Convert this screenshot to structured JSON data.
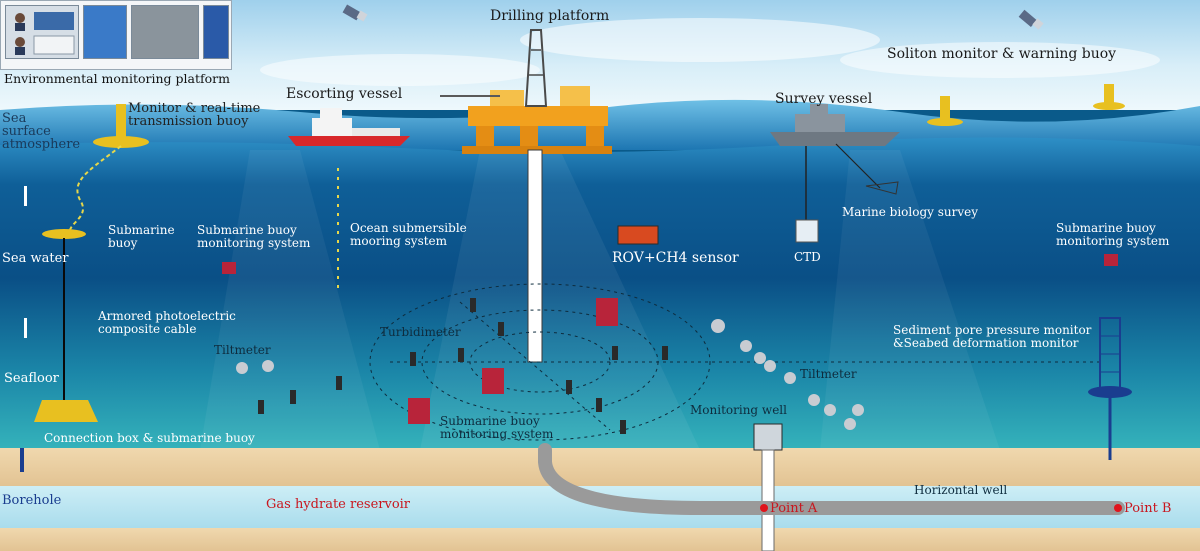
{
  "labels": {
    "env_platform": "Environmental monitoring platform",
    "drilling_platform": "Drilling platform",
    "soliton_buoy": "Soliton monitor & warning buoy",
    "escorting_vessel": "Escorting vessel",
    "survey_vessel": "Survey vessel",
    "monitor_buoy": "Monitor & real-time transmission buoy",
    "sea_surface": "Sea surface atmosphere",
    "submarine_buoy_left": "Submarine buoy",
    "submarine_buoy_system_left": "Submarine buoy monitoring system",
    "ocean_mooring": "Ocean submersible mooring system",
    "marine_biology": "Marine biology survey",
    "submarine_buoy_system_right": "Submarine buoy monitoring system",
    "sea_water": "Sea water",
    "rov": "ROV+CH4 sensor",
    "ctd": "CTD",
    "armored_cable": "Armored photoelectric composite cable",
    "turbidimeter": "Turbidimeter",
    "sediment_monitor": "Sediment pore pressure monitor &Seabed deformation monitor",
    "tiltmeter_left": "Tiltmeter",
    "tiltmeter_right": "Tiltmeter",
    "seafloor": "Seafloor",
    "monitoring_well": "Monitoring well",
    "submarine_buoy_system_center": "Submarine buoy monitoring system",
    "connection_box": "Connection box & submarine buoy",
    "borehole": "Borehole",
    "horizontal_well": "Horizontal well",
    "gas_hydrate": "Gas hydrate reservoir",
    "point_a": "Point A",
    "point_b": "Point B"
  },
  "colors": {
    "sky": "#bfe0f2",
    "sea_surface": "#3b9fd0",
    "deep_sea": "#0a4f86",
    "seafloor_water": "#2fa7b8",
    "sediment": "#e8cfa4",
    "reservoir": "#bfe6f2",
    "point_marker": "#e0141c",
    "platform": "#f2a11e"
  }
}
